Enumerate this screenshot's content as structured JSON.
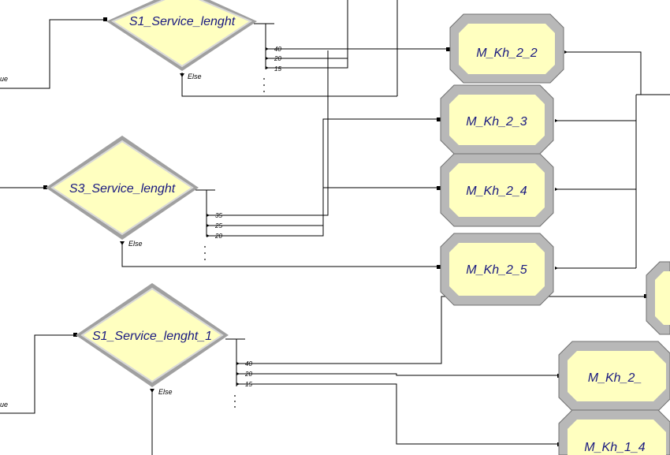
{
  "decisions": {
    "s1": {
      "name": "S1_Service_lenght",
      "branches": [
        "40",
        "20",
        "15"
      ],
      "else": "Else"
    },
    "s3": {
      "name": "S3_Service_lenght",
      "branches": [
        "35",
        "25",
        "20"
      ],
      "else": "Else"
    },
    "s1_1": {
      "name": "S1_Service_lenght_1",
      "branches": [
        "40",
        "20",
        "15"
      ],
      "else": "Else"
    }
  },
  "processes": {
    "m22": {
      "name": "M_Kh_2_2"
    },
    "m23": {
      "name": "M_Kh_2_3"
    },
    "m24": {
      "name": "M_Kh_2_4"
    },
    "m25": {
      "name": "M_Kh_2_5"
    },
    "m2x": {
      "name": "M_Kh_2_"
    },
    "m14": {
      "name": "M_Kh_1_4"
    }
  },
  "edge_labels": {
    "left_true_1": "ue",
    "left_true_2": "ue"
  },
  "colors": {
    "fill": "#ffffc0",
    "frame_light": "#c8c8c8",
    "frame_dark": "#808080",
    "text": "#1a1a80"
  }
}
